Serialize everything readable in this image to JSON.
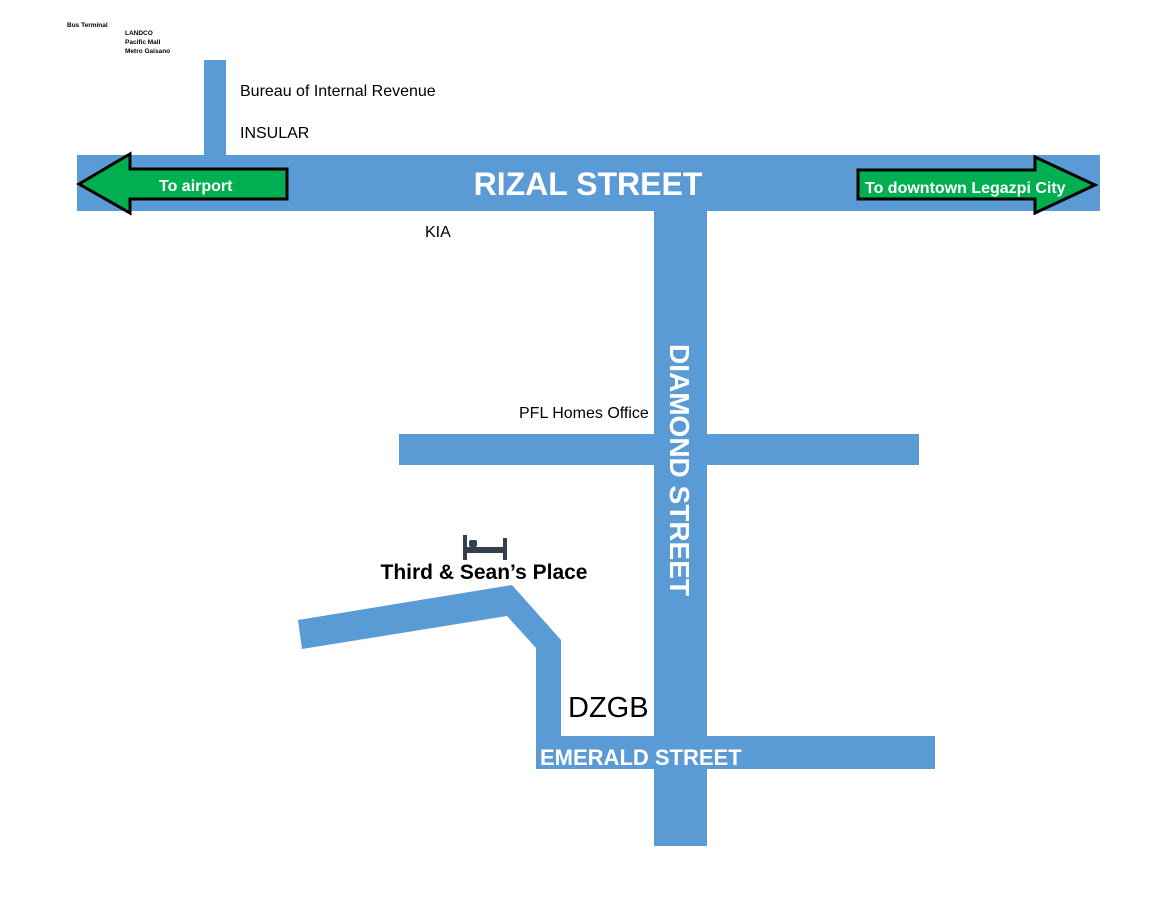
{
  "colors": {
    "road": "#5b9bd5",
    "arrow_fill": "#00b050",
    "arrow_stroke": "#000000",
    "road_text": "#ffffff",
    "bed_icon": "#333f50"
  },
  "corner_list": {
    "bus_terminal": "Bus Terminal",
    "items": [
      "LANDCO",
      "Pacific Mall",
      "Metro Gaisano"
    ]
  },
  "landmarks": {
    "bir": "Bureau of Internal Revenue",
    "insular": "INSULAR",
    "kia": "KIA",
    "pfl": "PFL Homes Office",
    "dzgb": "DZGB"
  },
  "streets": {
    "rizal": "RIZAL STREET",
    "diamond": "DIAMOND STREET",
    "emerald": "EMERALD STREET"
  },
  "arrows": {
    "left": "To airport",
    "right": "To downtown Legazpi City"
  },
  "destination": {
    "name": "Third & Sean’s Place",
    "icon": "bed-icon"
  }
}
